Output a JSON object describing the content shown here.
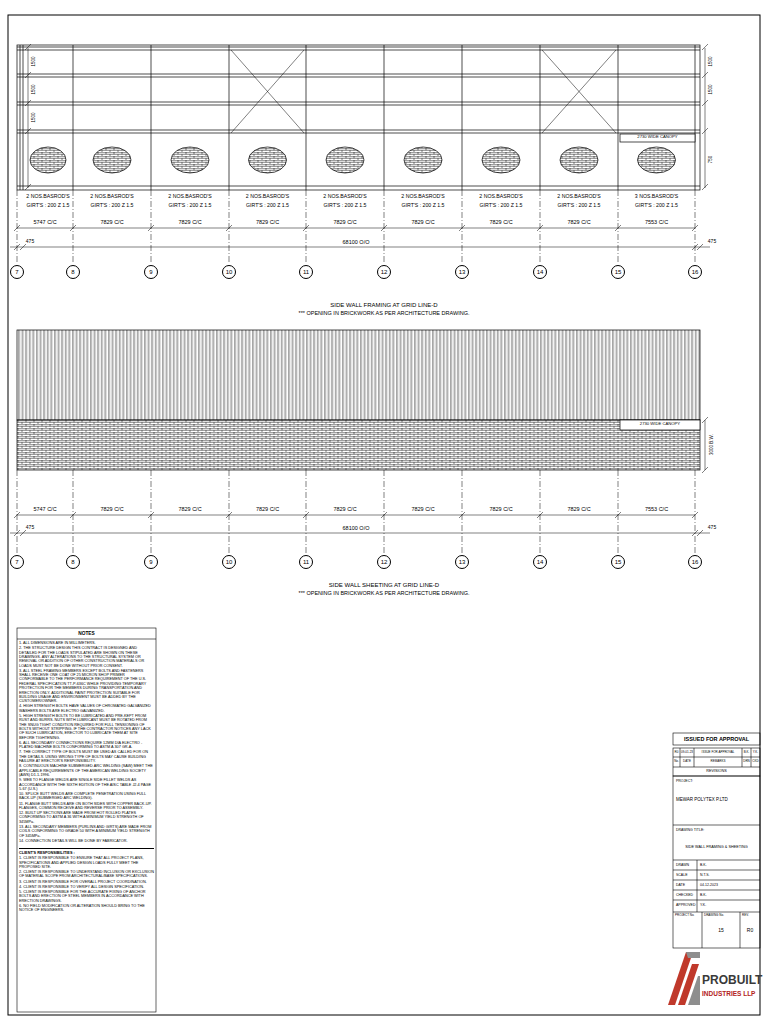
{
  "diagram": {
    "nodes": [
      {
        "text": [
          "7"
        ]
      },
      {
        "text": [
          "8"
        ]
      },
      {
        "text": [
          "9"
        ]
      },
      {
        "text": [
          "10"
        ]
      },
      {
        "text": [
          "11"
        ]
      },
      {
        "text": [
          "12"
        ]
      },
      {
        "text": [
          "13"
        ]
      },
      {
        "text": [
          "14"
        ]
      },
      {
        "text": [
          "15"
        ]
      },
      {
        "text": [
          "16"
        ]
      },
      {
        "text": [
          "7"
        ]
      },
      {
        "text": [
          "8"
        ]
      },
      {
        "text": [
          "9"
        ]
      },
      {
        "text": [
          "10"
        ]
      },
      {
        "text": [
          "11"
        ]
      },
      {
        "text": [
          "12"
        ]
      },
      {
        "text": [
          "13"
        ]
      },
      {
        "text": [
          "14"
        ]
      },
      {
        "text": [
          "15"
        ]
      },
      {
        "text": [
          "16"
        ]
      }
    ],
    "labels": [
      "2 NOS.BASROD'S",
      "GIRT'S : 200 Z 1.5",
      "2 NOS.BASROD'S",
      "GIRT'S : 200 Z 1.5",
      "2 NOS.BASROD'S",
      "GIRT'S : 200 Z 1.5",
      "2 NOS.BASROD'S",
      "GIRT'S : 200 Z 1.5",
      "2 NOS.BASROD'S",
      "GIRT'S : 200 Z 1.5",
      "2 NOS.BASROD'S",
      "GIRT'S : 200 Z 1.5",
      "2 NOS.BASROD'S",
      "GIRT'S : 200 Z 1.5",
      "2 NOS.BASROD'S",
      "GIRT'S : 200 Z 1.5",
      "3 NOS.BASROD'S",
      "GIRT'S : 200 Z 1.5",
      "5747 C/C",
      "7829 C/C",
      "7829 C/C",
      "7829 C/C",
      "7829 C/C",
      "7829 C/C",
      "7829 C/C",
      "7829 C/C",
      "7553 C/C",
      "475",
      "68100 O/O",
      "475",
      "SIDE WALL FRAMING AT GRID LINE-D",
      "*** OPENING IN BRICKWORK AS PER ARCHITECTURE DRAWING.",
      "2730 WIDE CANOPY",
      "1500",
      "1500",
      "1500",
      "1500",
      "1500",
      "750",
      "2730 WIDE CANOPY",
      "3000 B.W.",
      "5747 C/C",
      "7829 C/C",
      "7829 C/C",
      "7829 C/C",
      "7829 C/C",
      "7829 C/C",
      "7829 C/C",
      "7829 C/C",
      "7553 C/C",
      "475",
      "68100 O/O",
      "475",
      "SIDE WALL SHEETING AT GRID LINE-D",
      "*** OPENING IN BRICKWORK AS PER ARCHITECTURE DRAWING.",
      "NOTES",
      "1. ALL DIMENSIONS ARE IN MILLIMETERS.",
      "2. THE STRUCTURE DESIGN THIS CONTRACT IS DESIGNED AND DETAILED FOR THE LOADS STIPULATED ARE SHOWN ON THESE DRAWINGS. ANY ALTERATIONS TO THE STRUCTURAL SYSTEM OR REMOVAL OR ADDITION OF OTHER CONSTRUCTION MATERIALS OR LOADS MUST NOT BE DONE WITHOUT PRIOR CONSENT.",
      "3. ALL STEEL FRAMING MEMBERS EXCEPT BOLTS AND FASTENERS SHALL RECEIVE ONE COAT OF 25 MICRON SHOP PRIMER CONFORMABLE TO THE PERFORMANCE REQUIREMENT OF THE U.S. FEDERAL SPECIFICATION TT-P-636C WHILE PROVIDING TEMPORARY PROTECTION FOR THE MEMBERS DURING TRANSPORTATION AND ERECTION ONLY. ADDITIONAL PAINT PROTECTION SUITABLE FOR BUILDING USAGE AND ENVIRONMENT MUST BE ADDED BY THE CUSTOMER/OWNER.",
      "4. HIGH STRENGTH BOLTS HAVE VALUES OF CHROMATED GALVANIZED WASHERS BOLTS ARE ELECTRO GALVANIZED.",
      "5. HIGH STRENGTH BOLTS TO BE LUBRICATED AND PRE-KEPT FROM RUST AND BURRS. NUTS WITH LUBRICANT MUST BE ROTATED FROM THE SNUG TIGHT CONDITION REQUIRED FOR FULL TENSIONING OF BOLTS WITHOUT STRIPPING. IF THE CONTRACTOR NOTICES ANY LACK OF SUCH LUBRICATION, ERECTOR TO LUBRICATE THEM AT SITE BEFORE TIGHTENING.",
      "6. ALL SECONDARY CONNECTIONS REQUIRE 12MM DIA ELECTRO - PLATED MACHINE BOLTS CONFORMING TO ASTM A 307 GR.A.",
      "7. THE CORRECT TYPE OF BOLTS MUST BE USED AS CALLED FOR ON THE DETAILS. USING WRONG TYPE OF BOLTS MAY CAUSE BUILDING FAILURE AT ERECTOR'S RESPONSIBILITY.",
      "8. CONTINUOUS MACHINE SUBMERGED ARC WELDING (SAW) MEET THE APPLICABLE REQUIREMENTS OF THE AMERICAN WELDING SOCIETY (AWS) D1.1-1996.",
      "9. WEB TO FLANGE WELDS ARE SINGLE SIDE FILLET WELDS AS ACCORDANCE WITH THE SIXTH EDITION OF THE AISC TABLE J2.4 PAGE 5-67 (U.S.)",
      "10. SPLICE BUTT WELDS ARE COMPLETE PENETRATION USING FULL BACK-UP (SUBMERGED ARC WELDING).",
      "11. FLANGE BUTT WELDS ARE ON BOTH SIDES WITH COPPER BACK-UP. FLANGES, COMMON RECEIVE AND REVERSE PRIOR TO ASSEMBLY.",
      "12. BUILT UP SECTIONS ARE MADE FROM HOT ROLLED PLATES CONFORMING TO ASTM A 36 WITH A MINIMUM YIELD STRENGTH OF 345MPa.",
      "13. ALL SECONDARY MEMBERS (PURLINS AND GIRTS) ARE MADE FROM COILS CONFORMING TO GRADE 50 WITH A MINIMUM YIELD STRENGTH OF 345MPa.",
      "14. CONNECTION DETAILS WILL BE DONE BY FABRICATOR.",
      "CLIENT'S RESPONSIBILITIES :",
      "1. CLIENT IS RESPONSIBLE TO ENSURE THAT ALL PROJECT PLANS, SPECIFICATIONS AND APPLIED DESIGN LOADS FULLY MEET THE PROPOSED SITE.",
      "2. CLIENT IS RESPONSIBLE TO UNDERSTAND INCLUSION OR EXCLUSION OF MATERIAL SCOPE FROM ARCHITECTURAL/BASE SPECIFICATIONS.",
      "3. CLIENT IS RESPONSIBLE FOR OVERALL PROJECT COORDINATION.",
      "4. CLIENT IS RESPONSIBLE TO VERIFY ALL DESIGN SPECIFICATION.",
      "5. CLIENT IS RESPONSIBLE FOR THE ACCURATE FIXING OF ANCHOR BOLTS AND ERECTION OF STEEL MEMBERS IN ACCORDANCE WITH ERECTION DRAWINGS.",
      "6. NO FIELD MODIFICATION OR ALTERATION SHOULD BRING TO THE NOTICE OF ENGINEERS.",
      "ISSUED FOR APPROVAL",
      "R0",
      "09-01-23",
      "ISSUE FOR APPROVAL",
      "B.K.",
      "Y.K.",
      "No.",
      "DATE",
      "REMARKS",
      "DRN",
      "CKD",
      "REVISIONS",
      "PROJECT:",
      "MEWAR POLYTEX P.LTD",
      "DRAWING TITLE:",
      "SIDE WALL FRAMING & SHEETING",
      "DRAWN",
      "B.K.",
      "SCALE",
      "N.T.S.",
      "DATE",
      "04-12-2023",
      "CHECKED",
      "B.K.",
      "APPROVED",
      "Y.K.",
      "PROJECT No.",
      "DRAWING No.",
      "REV.",
      "15",
      "R0",
      "PROBUILT",
      "INDUSTRIES LLP"
    ]
  }
}
